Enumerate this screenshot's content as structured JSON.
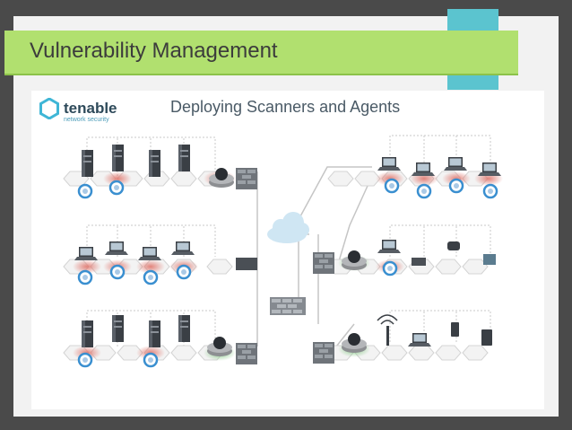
{
  "slide": {
    "title": "Vulnerability Management"
  },
  "logo": {
    "brand": "tenable",
    "tagline": "network security"
  },
  "diagram": {
    "title": "Deploying Scanners and Agents"
  },
  "colors": {
    "banner": "#b1e06f",
    "accent_teal": "#5bc4cf",
    "scanner_red": "#e0776e",
    "scanner_green": "#7cc47a",
    "agent_blue": "#3a8fd0"
  }
}
